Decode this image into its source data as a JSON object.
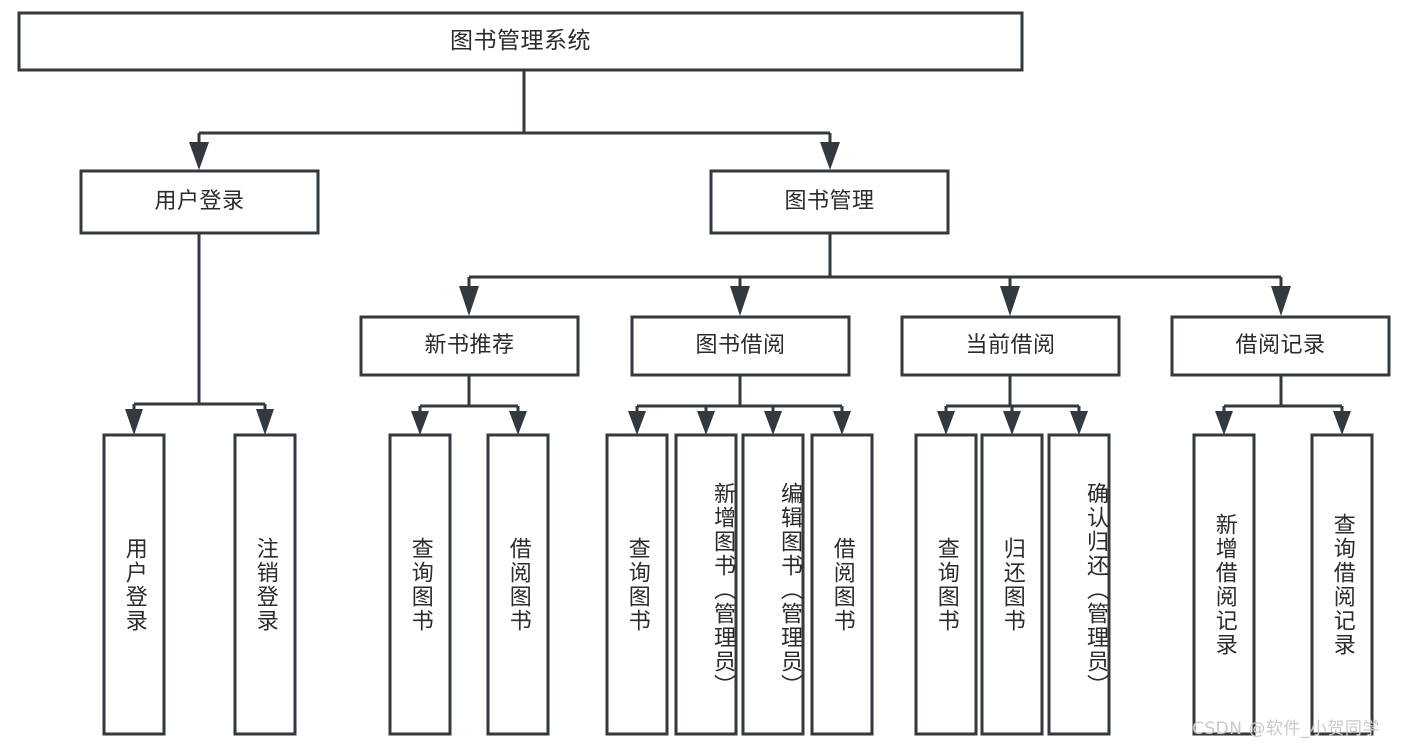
{
  "diagram": {
    "type": "hierarchy-tree",
    "title": "图书管理系统",
    "watermark": "CSDN @软件_小贺同学",
    "colors": {
      "box_stroke": "#33393f",
      "box_fill": "#ffffff",
      "text": "#2b2b2b",
      "background": "#ffffff",
      "watermark": "#c9c9c9"
    },
    "levels": {
      "level1": [
        {
          "id": "user-login",
          "label": "用户登录"
        },
        {
          "id": "book-management",
          "label": "图书管理"
        }
      ],
      "level2": [
        {
          "id": "new-book-recommend",
          "label": "新书推荐"
        },
        {
          "id": "book-borrow",
          "label": "图书借阅"
        },
        {
          "id": "current-borrow",
          "label": "当前借阅"
        },
        {
          "id": "borrow-record",
          "label": "借阅记录"
        }
      ],
      "leaves": {
        "user-login": [
          {
            "id": "leaf-user-login",
            "label": "用户登录"
          },
          {
            "id": "leaf-user-logout",
            "label": "注销登录"
          }
        ],
        "new-book-recommend": [
          {
            "id": "leaf-query-book-1",
            "label": "查询图书"
          },
          {
            "id": "leaf-borrow-book-1",
            "label": "借阅图书"
          }
        ],
        "book-borrow": [
          {
            "id": "leaf-query-book-2",
            "label": "查询图书"
          },
          {
            "id": "leaf-add-book",
            "label": "新增图书（管理员）"
          },
          {
            "id": "leaf-edit-book",
            "label": "编辑图书（管理员）"
          },
          {
            "id": "leaf-borrow-book-2",
            "label": "借阅图书"
          }
        ],
        "current-borrow": [
          {
            "id": "leaf-query-book-3",
            "label": "查询图书"
          },
          {
            "id": "leaf-return-book",
            "label": "归还图书"
          },
          {
            "id": "leaf-confirm-return",
            "label": "确认归还（管理员）"
          }
        ],
        "borrow-record": [
          {
            "id": "leaf-add-record",
            "label": "新增借阅记录"
          },
          {
            "id": "leaf-query-record",
            "label": "查询借阅记录"
          }
        ]
      }
    }
  }
}
